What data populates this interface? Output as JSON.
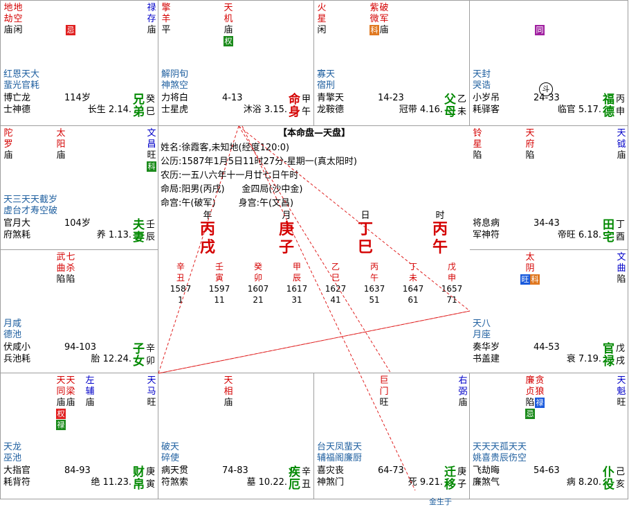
{
  "palaces": [
    {
      "id": "si",
      "gz": [
        "癸",
        "巳"
      ],
      "pal": [
        "兄",
        "弟"
      ],
      "palRed": false,
      "stars": [
        [
          "地",
          "劫",
          "庙",
          "red"
        ],
        [
          "地",
          "空",
          "闲",
          "red"
        ]
      ],
      "badge": {
        "text": "忌",
        "color": "red",
        "col": 6
      },
      "extra": [
        {
          "ch": [
            "禄",
            "存"
          ],
          "br": "庙",
          "color": "blue",
          "right": true
        }
      ],
      "minor": [
        "红恩天大",
        "蜚光官耗"
      ],
      "line1": "博亡龙",
      "line2": "士神德",
      "age": "114岁",
      "stage": "长生 2.14."
    },
    {
      "id": "wu",
      "gz": [
        "甲",
        "午"
      ],
      "pal": [
        "命",
        "身"
      ],
      "palRed": true,
      "stars": [
        [
          "擎",
          "羊",
          "平",
          "red"
        ]
      ],
      "extra": [
        {
          "ch": [
            "天",
            "机"
          ],
          "br": "庙",
          "color": "red",
          "col": 6,
          "badge": {
            "text": "权",
            "color": "green"
          }
        }
      ],
      "minor": [
        "解阴旬",
        "神煞空"
      ],
      "line1": "力将白",
      "line2": "士星虎",
      "age": "4-13",
      "stage": "沐浴 3.15."
    },
    {
      "id": "wei",
      "gz": [
        "乙",
        "未"
      ],
      "pal": [
        "父",
        "母"
      ],
      "palRed": false,
      "stars": [
        [
          "火",
          "星",
          "闲",
          "red"
        ]
      ],
      "extra": [
        {
          "ch": [
            "紫",
            "微"
          ],
          "br": "庙",
          "color": "red",
          "col": 5,
          "badgeInline": {
            "text": "科",
            "color": "orange"
          }
        },
        {
          "ch": [
            "破",
            "军"
          ],
          "br": "庙",
          "color": "red",
          "col": 6
        }
      ],
      "minor": [
        "寡天",
        "宿刑"
      ],
      "line1": "青擎天",
      "line2": "龙鞍德",
      "age": "14-23",
      "stage": "冠带 4.16."
    },
    {
      "id": "shen",
      "gz": [
        "丙",
        "申"
      ],
      "pal": [
        "福",
        "德"
      ],
      "palRed": false,
      "stars": [],
      "badge": {
        "text": "同",
        "color": "purple",
        "col": 6
      },
      "extra": [],
      "circle": "斗",
      "minor": [
        "天封",
        "哭诰"
      ],
      "line1": "小岁吊",
      "line2": "耗驿客",
      "age": "24-33",
      "stage": "临官 5.17."
    },
    {
      "id": "chen",
      "gz": [
        "壬",
        "辰"
      ],
      "pal": [
        "夫",
        "妻"
      ],
      "palRed": false,
      "stars": [
        [
          "陀",
          "罗",
          "庙",
          "red"
        ]
      ],
      "extra": [
        {
          "ch": [
            "太",
            "阳"
          ],
          "br": "庙",
          "color": "red",
          "col": 5
        },
        {
          "ch": [
            "文",
            "昌"
          ],
          "br": "旺",
          "color": "blue",
          "right": true,
          "badge": {
            "text": "科",
            "color": "green"
          }
        }
      ],
      "minor": [
        "天三天天截岁",
        "虚台才寿空破"
      ],
      "line1": "官月大",
      "line2": "府煞耗",
      "age": "104岁",
      "stage": "养 1.13."
    },
    {
      "id": "you",
      "gz": [
        "丁",
        "酉"
      ],
      "pal": [
        "田",
        "宅"
      ],
      "palRed": false,
      "stars": [
        [
          "铃",
          "星",
          "陷",
          "red"
        ]
      ],
      "extra": [
        {
          "ch": [
            "天",
            "府"
          ],
          "br": "陷",
          "color": "red",
          "col": 5
        },
        {
          "ch": [
            "天",
            "钺"
          ],
          "br": "庙",
          "color": "blue",
          "right": true
        }
      ],
      "minor": [],
      "line1": "将息病",
      "line2": "军神符",
      "age": "34-43",
      "stage": "帝旺 6.18."
    },
    {
      "id": "mao",
      "gz": [
        "辛",
        "卯"
      ],
      "pal": [
        "子",
        "女"
      ],
      "palRed": false,
      "stars": [],
      "extra": [
        {
          "ch": [
            "武",
            "曲"
          ],
          "br": "陷",
          "color": "red",
          "col": 5
        },
        {
          "ch": [
            "七",
            "杀"
          ],
          "br": "陷",
          "color": "red",
          "col": 6
        }
      ],
      "minor": [
        "月咸",
        "德池"
      ],
      "line1": "伏咸小",
      "line2": "兵池耗",
      "age": "94-103",
      "stage": "胎 12.24."
    },
    {
      "id": "xu",
      "gz": [
        "戊",
        "戌"
      ],
      "pal": [
        "官",
        "禄"
      ],
      "palRed": false,
      "stars": [],
      "extra": [
        {
          "ch": [
            "太",
            "阴"
          ],
          "br": "",
          "color": "red",
          "col": 5,
          "badgeInline2": [
            "旺",
            "科"
          ]
        },
        {
          "ch": [
            "文",
            "曲"
          ],
          "br": "陷",
          "color": "blue",
          "right": true
        }
      ],
      "minor": [
        "天八",
        "月座"
      ],
      "line1": "奏华岁",
      "line2": "书盖建",
      "age": "44-53",
      "stage": "衰 7.19."
    },
    {
      "id": "yin",
      "gz": [
        "庚",
        "寅"
      ],
      "pal": [
        "财",
        "帛"
      ],
      "palRed": false,
      "stars": [],
      "extra": [
        {
          "ch": [
            "天",
            "同"
          ],
          "br": "庙",
          "color": "red",
          "col": 5,
          "badge": {
            "text": "权",
            "color": "red"
          },
          "badge2": {
            "text": "禄",
            "color": "green"
          }
        },
        {
          "ch": [
            "天",
            "梁"
          ],
          "br": "庙",
          "color": "red",
          "col": 6
        },
        {
          "ch": [
            "左",
            "辅"
          ],
          "br": "庙",
          "color": "blue",
          "col": 8
        },
        {
          "ch": [
            "天",
            "马"
          ],
          "br": "旺",
          "color": "blue",
          "right": true
        }
      ],
      "minor": [
        "天龙",
        "巫池"
      ],
      "line1": "大指官",
      "line2": "耗背符",
      "age": "84-93",
      "stage": "绝 11.23."
    },
    {
      "id": "chou",
      "gz": [
        "辛",
        "丑"
      ],
      "pal": [
        "疾",
        "厄"
      ],
      "palRed": false,
      "stars": [],
      "extra": [
        {
          "ch": [
            "天",
            "相"
          ],
          "br": "庙",
          "color": "red",
          "col": 6
        }
      ],
      "minor": [
        "破天",
        "碎使"
      ],
      "line1": "病天贯",
      "line2": "符煞索",
      "age": "74-83",
      "stage": "墓 10.22."
    },
    {
      "id": "zi",
      "gz": [
        "庚",
        "子"
      ],
      "pal": [
        "迁",
        "移"
      ],
      "palRed": false,
      "stars": [],
      "extra": [
        {
          "ch": [
            "巨",
            "门"
          ],
          "br": "旺",
          "color": "red",
          "col": 6
        },
        {
          "ch": [
            "右",
            "弼"
          ],
          "br": "庙",
          "color": "blue",
          "right": true
        }
      ],
      "minor": [
        "台天凤蜚天",
        "辅福阁廉厨"
      ],
      "line1": "喜灾丧",
      "line2": "神煞门",
      "age": "64-73",
      "stage": "死 9.21."
    },
    {
      "id": "hai",
      "gz": [
        "己",
        "亥"
      ],
      "pal": [
        "仆",
        "役"
      ],
      "palRed": false,
      "stars": [],
      "extra": [
        {
          "ch": [
            "廉",
            "贞"
          ],
          "br": "陷",
          "color": "red",
          "col": 5,
          "badge2": {
            "text": "忌",
            "color": "green"
          }
        },
        {
          "ch": [
            "贪",
            "狼"
          ],
          "br": "",
          "color": "red",
          "col": 6,
          "badgeInline": {
            "text": "禄",
            "color": "blue"
          }
        },
        {
          "ch": [
            "天",
            "魁"
          ],
          "br": "旺",
          "color": "blue",
          "right": true
        }
      ],
      "minor": [
        "天天天孤天天",
        "姚喜贵辰伤空"
      ],
      "line1": "飞劫晦",
      "line2": "廉煞气",
      "age": "54-63",
      "stage": "病 8.20."
    }
  ],
  "center": {
    "title": "【本命盘—天盘】",
    "info": [
      "姓名:徐霞客,未知地(经度120:0)",
      "公历:1587年1月5日11时27分-星期一(真太阳时)",
      "农历:一五八六年十一月廿七日午时",
      "命局:阳男(丙戌)      金四局(沙中金)",
      "命宫:午(破军)        身宫:午(文昌)"
    ],
    "labels": [
      "年",
      "月",
      "日",
      "时"
    ],
    "pillars": [
      [
        "丙",
        "戌"
      ],
      [
        "庚",
        "子"
      ],
      [
        "丁",
        "巳"
      ],
      [
        "丙",
        "午"
      ]
    ],
    "dayun": [
      {
        "g": "辛",
        "z": "丑",
        "y": "1587",
        "a": "1"
      },
      {
        "g": "壬",
        "z": "寅",
        "y": "1597",
        "a": "11"
      },
      {
        "g": "癸",
        "z": "卯",
        "y": "1607",
        "a": "21"
      },
      {
        "g": "甲",
        "z": "辰",
        "y": "1617",
        "a": "31"
      },
      {
        "g": "乙",
        "z": "巳",
        "y": "1627",
        "a": "41"
      },
      {
        "g": "丙",
        "z": "午",
        "y": "1637",
        "a": "51"
      },
      {
        "g": "丁",
        "z": "未",
        "y": "1647",
        "a": "61"
      },
      {
        "g": "戊",
        "z": "申",
        "y": "1657",
        "a": "71"
      }
    ]
  },
  "clip": "金生于"
}
